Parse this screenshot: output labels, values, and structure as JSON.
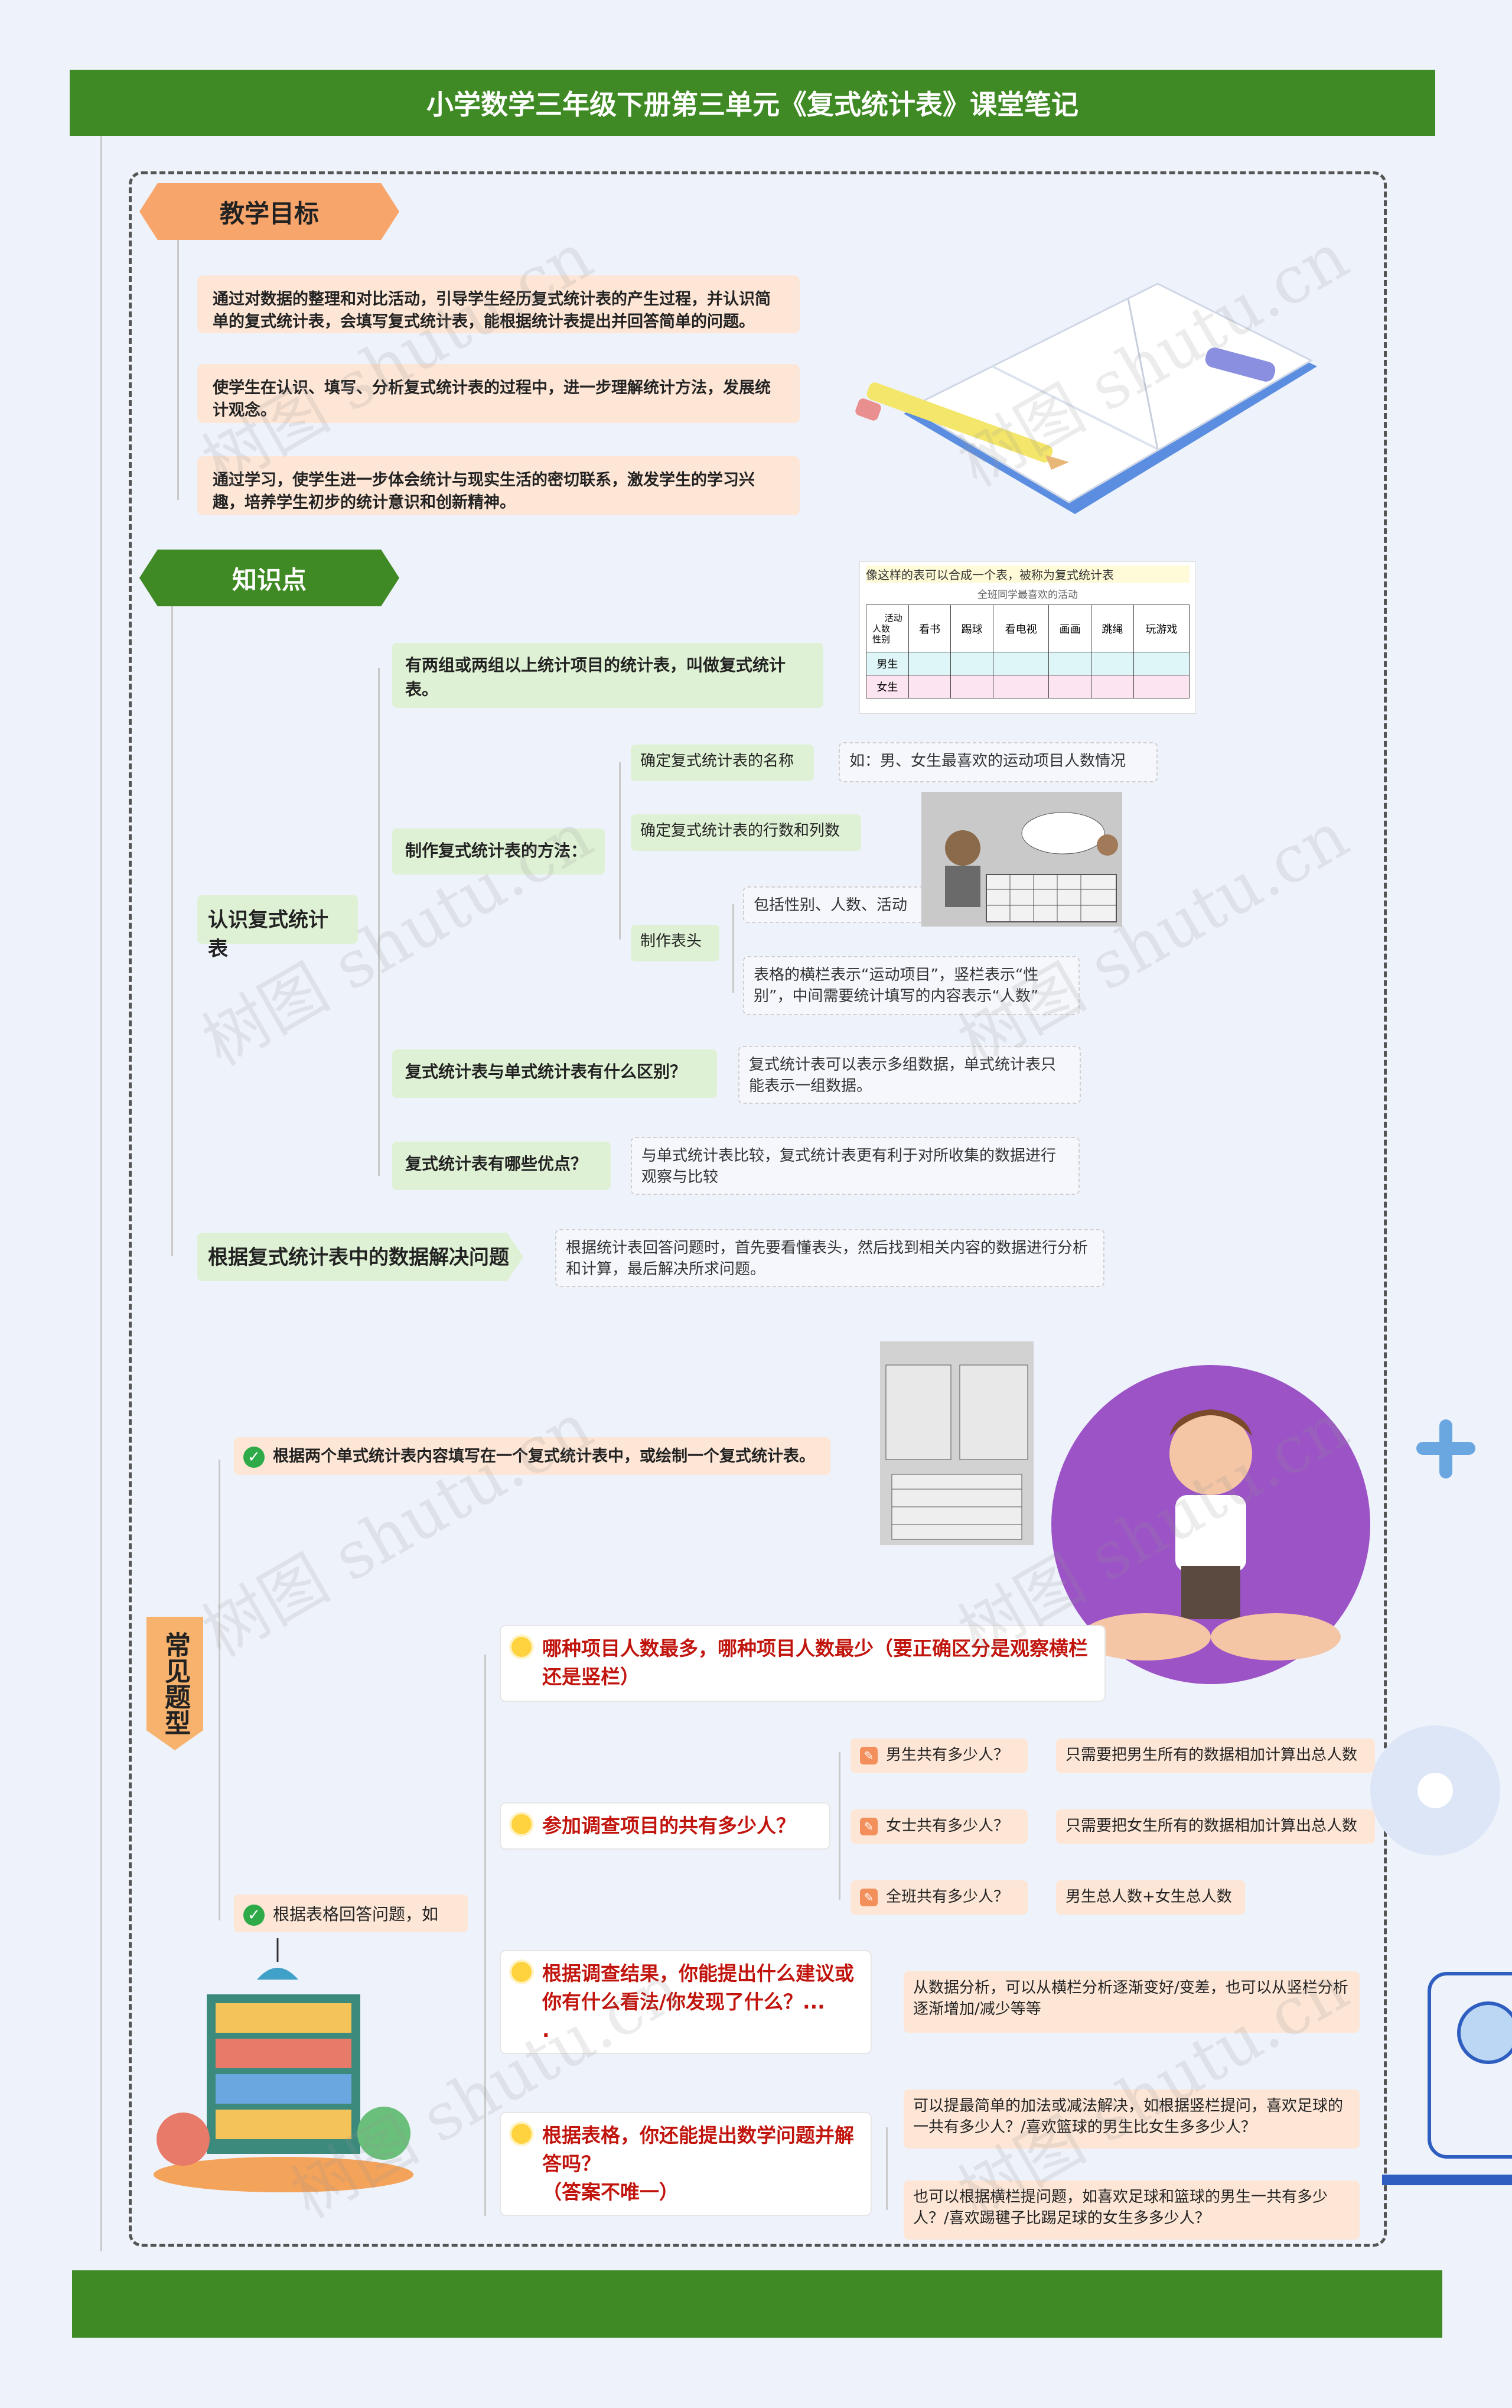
{
  "title": "小学数学三年级下册第三单元《复式统计表》课堂笔记",
  "sections": {
    "goals": {
      "tag": "教学目标",
      "items": [
        "通过对数据的整理和对比活动，引导学生经历复式统计表的产生过程，并认识简单的复式统计表，会填写复式统计表，能根据统计表提出并回答简单的问题。",
        "使学生在认识、填写、分析复式统计表的过程中，进一步理解统计方法，发展统计观念。",
        "通过学习，使学生进一步体会统计与现实生活的密切联系，激发学生的学习兴趣，培养学生初步的统计意识和创新精神。"
      ]
    },
    "knowledge": {
      "tag": "知识点",
      "understand": {
        "label": "认识复式统计表",
        "definition": "有两组或两组以上统计项目的统计表，叫做复式统计表。",
        "method_label": "制作复式统计表的方法：",
        "steps": [
          {
            "label": "确定复式统计表的名称",
            "note": "如：男、女生最喜欢的运动项目人数情况"
          },
          {
            "label": "确定复式统计表的行数和列数",
            "note": ""
          },
          {
            "label": "制作表头",
            "notes": [
              "包括性别、人数、活动",
              "表格的横栏表示“运动项目”，竖栏表示“性别”，中间需要统计填写的内容表示“人数”"
            ]
          }
        ],
        "diff_q": "复式统计表与单式统计表有什么区别？",
        "diff_a": "复式统计表可以表示多组数据，单式统计表只能表示一组数据。",
        "adv_q": "复式统计表有哪些优点？",
        "adv_a": "与单式统计表比较，复式统计表更有利于对所收集的数据进行观察与比较"
      },
      "solve": {
        "label": "根据复式统计表中的数据解决问题",
        "note": "根据统计表回答问题时，首先要看懂表头，然后找到相关内容的数据进行分析和计算，最后解决所求问题。"
      },
      "image_table": {
        "caption": "像这样的表可以合成一个表，被称为复式统计表",
        "subtitle": "全班同学最喜欢的活动",
        "corner_top": "活动",
        "corner_mid": "人数",
        "corner_bottom": "性别",
        "columns": [
          "看书",
          "踢球",
          "看电视",
          "画画",
          "跳绳",
          "玩游戏"
        ],
        "rows": [
          "男生",
          "女生"
        ]
      }
    },
    "common": {
      "tag": "常见题型",
      "type1": "根据两个单式统计表内容填写在一个复式统计表中，或绘制一个复式统计表。",
      "type2": "根据表格回答问题，如",
      "questions": [
        {
          "text": "哪种项目人数最多，哪种项目人数最少（要正确区分是观察横栏还是竖栏）"
        },
        {
          "text": "参加调查项目的共有多少人？",
          "subs": [
            {
              "q": "男生共有多少人？",
              "a": "只需要把男生所有的数据相加计算出总人数"
            },
            {
              "q": "女士共有多少人？",
              "a": "只需要把女生所有的数据相加计算出总人数"
            },
            {
              "q": "全班共有多少人？",
              "a": "男生总人数+女生总人数"
            }
          ]
        },
        {
          "text": "根据调查结果，你能提出什么建议或你有什么看法/你发现了什么？...",
          "tail": ".",
          "answer": "从数据分析，可以从横栏分析逐渐变好/变差，也可以从竖栏分析逐渐增加/减少等等"
        },
        {
          "text": "根据表格，你还能提出数学问题并解答吗？",
          "text2": "（答案不唯一）",
          "answers": [
            "可以提最简单的加法或减法解决，如根据竖栏提问，喜欢足球的一共有多少人？/喜欢篮球的男生比女生多多少人？",
            "也可以根据横栏提问题，如喜欢足球和篮球的男生一共有多少人？/喜欢踢毽子比踢足球的女生多多少人？"
          ]
        }
      ]
    }
  },
  "watermark": "树图 shutu.cn",
  "colors": {
    "banner": "#3f8a24",
    "goal_tag": "#f8a56b",
    "knowledge_tag": "#3f8a24",
    "common_tag": "#f7b26d",
    "question_red": "#c0140d"
  }
}
